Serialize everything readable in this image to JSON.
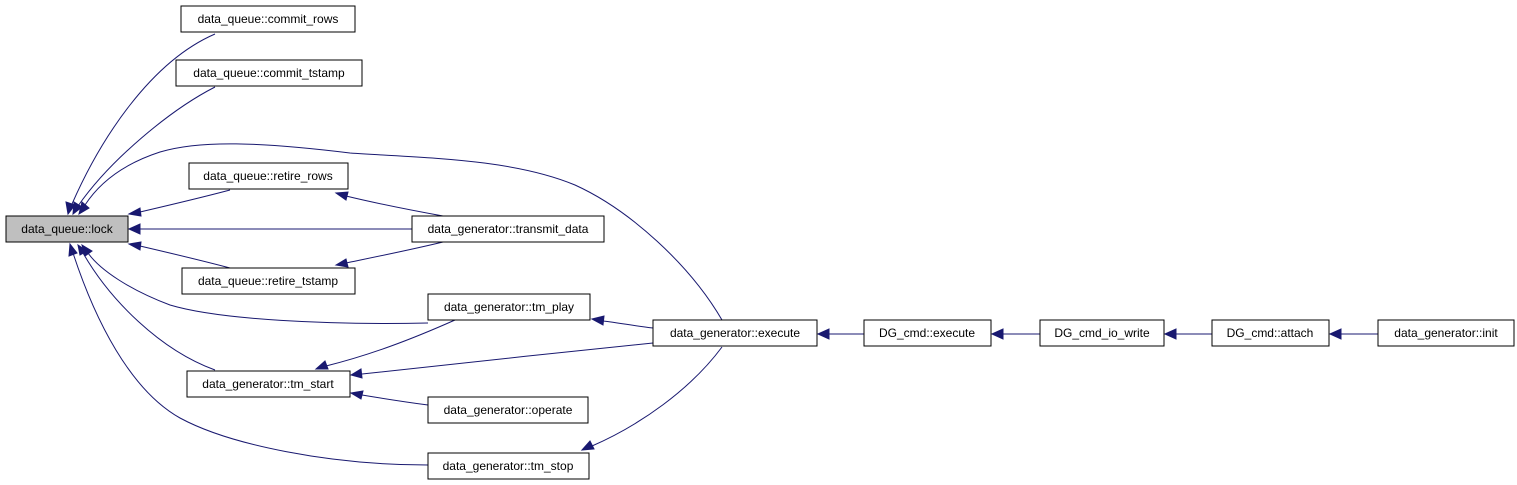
{
  "graph": {
    "kind": "caller graph",
    "colors": {
      "edge": "#191970",
      "root_fill": "#bfbfbf",
      "node_fill": "#ffffff",
      "border": "#000000"
    },
    "nodes": [
      {
        "id": "lock",
        "label": "data_queue::lock",
        "root": true
      },
      {
        "id": "commit_rows",
        "label": "data_queue::commit_rows"
      },
      {
        "id": "commit_tstamp",
        "label": "data_queue::commit_tstamp"
      },
      {
        "id": "retire_rows",
        "label": "data_queue::retire_rows"
      },
      {
        "id": "retire_tstamp",
        "label": "data_queue::retire_tstamp"
      },
      {
        "id": "tm_start",
        "label": "data_generator::tm_start"
      },
      {
        "id": "transmit_data",
        "label": "data_generator::transmit_data"
      },
      {
        "id": "tm_play",
        "label": "data_generator::tm_play"
      },
      {
        "id": "operate",
        "label": "data_generator::operate"
      },
      {
        "id": "tm_stop",
        "label": "data_generator::tm_stop"
      },
      {
        "id": "dg_execute",
        "label": "data_generator::execute"
      },
      {
        "id": "cmd_execute",
        "label": "DG_cmd::execute"
      },
      {
        "id": "cmd_io_write",
        "label": "DG_cmd_io_write"
      },
      {
        "id": "cmd_attach",
        "label": "DG_cmd::attach"
      },
      {
        "id": "dg_init",
        "label": "data_generator::init"
      }
    ],
    "edges": [
      {
        "from": "commit_rows",
        "to": "lock"
      },
      {
        "from": "commit_tstamp",
        "to": "lock"
      },
      {
        "from": "dg_execute",
        "to": "lock"
      },
      {
        "from": "retire_rows",
        "to": "lock"
      },
      {
        "from": "transmit_data",
        "to": "lock"
      },
      {
        "from": "retire_tstamp",
        "to": "lock"
      },
      {
        "from": "tm_play",
        "to": "lock"
      },
      {
        "from": "tm_start",
        "to": "lock"
      },
      {
        "from": "tm_stop",
        "to": "lock"
      },
      {
        "from": "transmit_data",
        "to": "retire_rows"
      },
      {
        "from": "transmit_data",
        "to": "retire_tstamp"
      },
      {
        "from": "tm_play",
        "to": "tm_start"
      },
      {
        "from": "dg_execute",
        "to": "tm_start"
      },
      {
        "from": "operate",
        "to": "tm_start"
      },
      {
        "from": "dg_execute",
        "to": "tm_play"
      },
      {
        "from": "dg_execute",
        "to": "tm_stop"
      },
      {
        "from": "cmd_execute",
        "to": "dg_execute"
      },
      {
        "from": "cmd_io_write",
        "to": "cmd_execute"
      },
      {
        "from": "cmd_attach",
        "to": "cmd_io_write"
      },
      {
        "from": "dg_init",
        "to": "cmd_attach"
      }
    ]
  }
}
